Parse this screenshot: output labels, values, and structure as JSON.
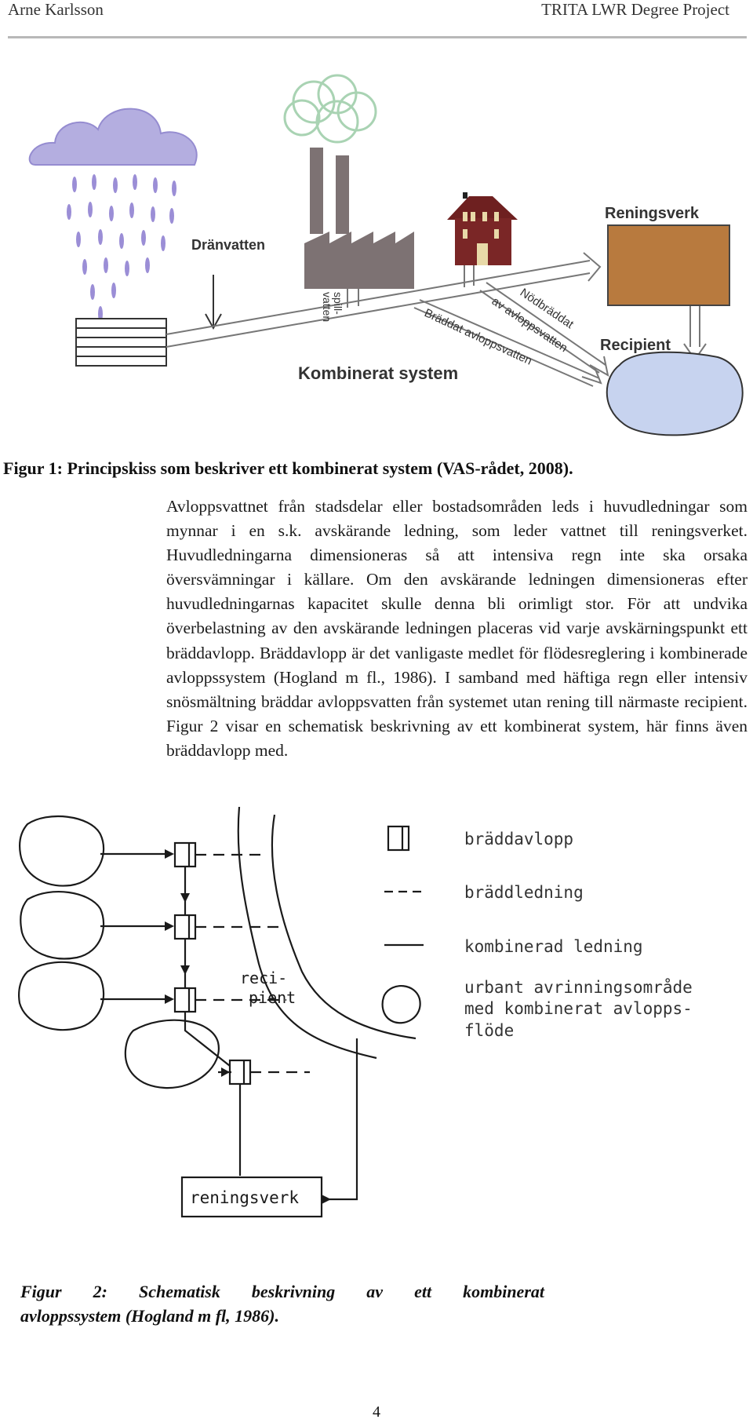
{
  "header": {
    "author": "Arne Karlsson",
    "series": "TRITA LWR Degree Project"
  },
  "figure1": {
    "labels": {
      "dranvatten": "Dränvatten",
      "spill_1": "spill-",
      "spill_2": "vatten",
      "reningsverk": "Reningsverk",
      "nodbraddat_1": "Nödbräddat",
      "nodbraddat_2": "av avloppsvatten",
      "braddat": "Bräddat avloppsvatten",
      "recipient": "Recipient",
      "kombinerat": "Kombinerat system"
    },
    "caption": "Figur 1: Principskiss som beskriver ett kombinerat system (VAS-rådet, 2008)."
  },
  "body": {
    "paragraph": "Avloppsvattnet från stadsdelar eller bostadsområden leds i huvudledningar som mynnar i en s.k. avskärande ledning, som leder vattnet till reningsverket. Huvudledningarna dimensioneras så att intensiva regn inte ska orsaka översvämningar i källare. Om den avskärande ledningen dimensioneras efter huvudledningarnas kapacitet skulle denna bli orimligt stor. För att undvika överbelastning av den avskärande ledningen placeras vid varje avskärningspunkt ett bräddavlopp. Bräddavlopp är det vanligaste medlet för flödesreglering i kombinerade avloppssystem (Hogland m fl., 1986). I samband med häftiga regn eller intensiv snösmältning bräddar avloppsvatten från systemet utan rening till närmaste recipient. Figur 2 visar en schematisk beskrivning av ett kombinerat system, här finns även bräddavlopp med."
  },
  "figure2": {
    "legend": {
      "braddavlopp": "bräddavlopp",
      "braddledning": "bräddledning",
      "kombinerad": "kombinerad ledning",
      "urbant_1": "urbant avrinningsområde",
      "urbant_2": "med kombinerat avlopps-",
      "urbant_3": "flöde"
    },
    "recipient_1": "reci-",
    "recipient_2": "pient",
    "reningsverk": "reningsverk",
    "caption_line1": "Figur 2: Schematisk beskrivning av ett kombinerat",
    "caption_line2": "avloppssystem (Hogland m fl, 1986)."
  },
  "page_number": "4",
  "colors": {
    "cloud": "#a89fd8",
    "rain": "#9b8ed6",
    "factory": "#7d7273",
    "house": "#7a2626",
    "treatment_plant": "#b87a3e",
    "recipient_water": "#c7d3ef",
    "tree_outline": "#a9d3b3"
  }
}
